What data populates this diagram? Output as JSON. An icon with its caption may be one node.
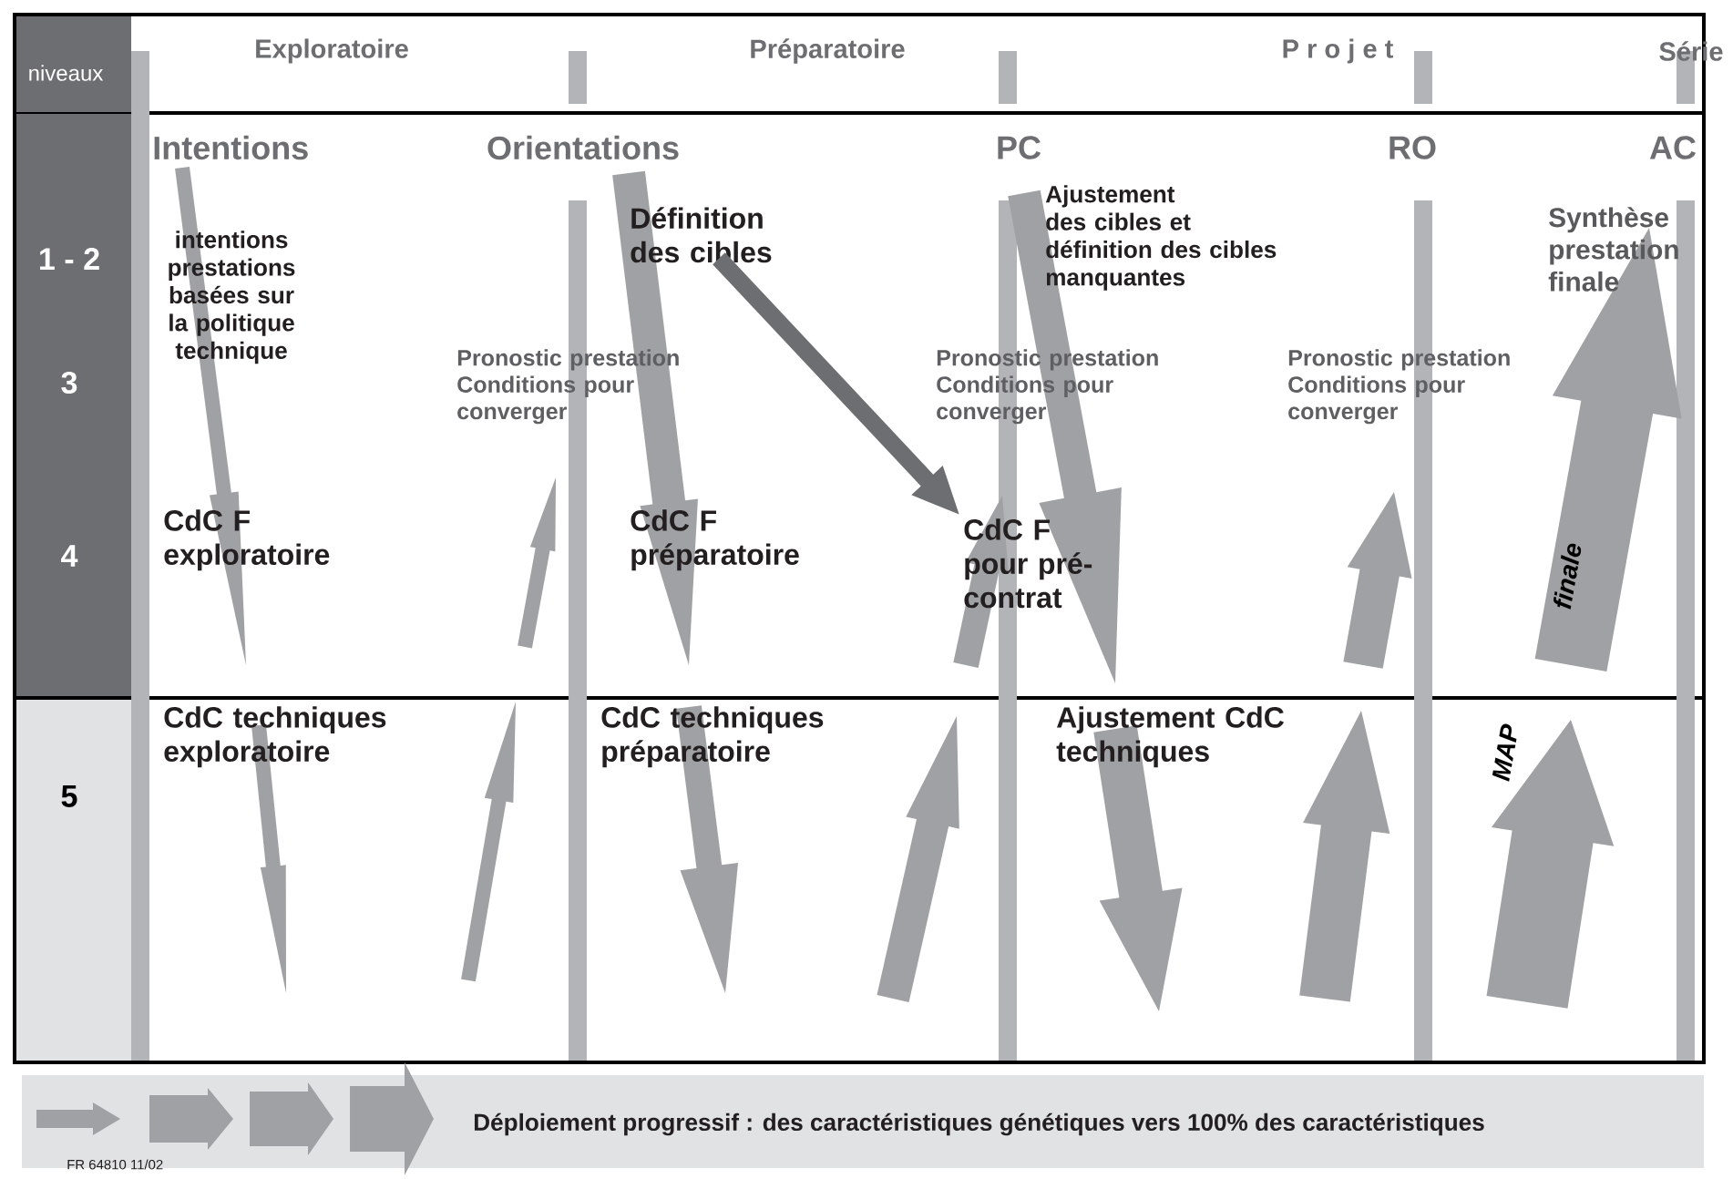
{
  "diagram": {
    "nodes": [
      {
        "text": [
          "Définition des cibles"
        ]
      },
      {
        "text": [
          "CdC F pour pré-contrat"
        ]
      }
    ],
    "edges": [
      {
        "from": 0,
        "to": 1,
        "arrow": "to"
      }
    ],
    "labels": [
      "niveaux",
      "Exploratoire",
      "Préparatoire",
      "P r o j e t",
      "Série",
      "Intentions",
      "Orientations",
      "PC",
      "RO",
      "AC",
      "1 - 2",
      "3",
      "4",
      "5",
      "intentions prestations basées sur la politique technique",
      "Ajustement des cibles et définition des cibles manquantes",
      "Synthèse prestation finale",
      "Pronostic prestation Conditions pour converger",
      "Pronostic prestation Conditions pour converger",
      "Pronostic prestation Conditions pour converger",
      "CdC F exploratoire",
      "CdC F préparatoire",
      "finale",
      "CdC techniques exploratoire",
      "CdC techniques préparatoire",
      "Ajustement CdC techniques",
      "MAP",
      "Déploiement progressif : des caractéristiques génétiques vers 100% des caractéristiques",
      "FR 64810 11/02"
    ]
  }
}
